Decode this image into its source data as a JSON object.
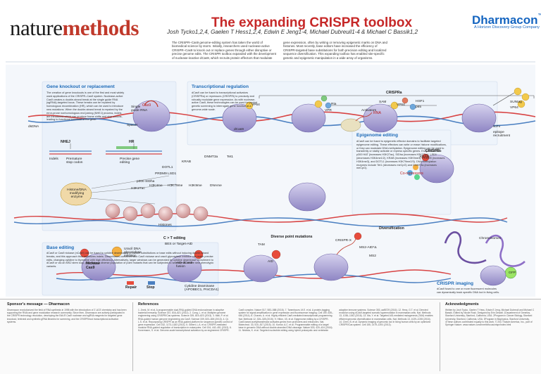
{
  "header": {
    "journal_name": "nature",
    "journal_name_bold": "methods",
    "title": "The expanding CRISPR toolbox",
    "authors": "Josh Tycko1,2,4, Gaelen T Hess1,2,4, Edwin E Jeng1-4, Michael Dubreuil1-4 & Michael C Bassik1,2",
    "brand": "Dharmacon",
    "brand_tm": "™",
    "brand_sub": "A Horizon Discovery Group Company"
  },
  "intro": {
    "col1": "The CRISPR–Cas9 genome-editing system has taken the world of biomedical science by storm. Initially, researchers used nuclease-active CRISPR–Cas9 to knock out or replace genes through either disruptive or precise genome edits. The CRISPR toolbox expanded with the development of nuclease-inactive dCas9, which recruits protein effectors that modulate",
    "col2": "gene expression, often by writing or removing epigenetic marks on DNA and histones. Most recently, base editors have increased the efficiency of CRISPR-targeted base substitutions for both precision editing and localized sequence diversification. This expanding toolbox has enabled site-specific genetic and epigenetic manipulation in a wide array of organisms."
  },
  "sections": {
    "knockout": {
      "title": "Gene knockout or replacement",
      "body": "The creation of gene knockouts is one of the first and most widely used applications of the CRISPR–Cas9 system. Nuclease-active Cas9 creates a double-strand break at the single guide RNA (sgRNA)-targeted locus. These breaks can be repaired by homologous recombination (HR), which can be used to introduce new mutations. When the double-strand break is repaired by the error-prone nonhomologous end joining (NHEJ) process, indels are introduced which can produce frame shifts and stop codons, leading to functional knockout of the gene."
    },
    "transcription": {
      "title": "Transcriptional regulation",
      "body": "dCas9 can be fused to transcriptional activators (CRISPRa) or repressors (CRISPRi) to precisely and robustly modulate gene expression. As with nuclease-active Cas9, these technologies can be used for pooled genetic screening to interrogate gene function at a genome-wide scale."
    },
    "epigenome": {
      "title": "Epigenome editing",
      "body": "dCas9 can be fused to epigenetic effector domains to facilitate targeted epigenome editing. These effectors can write or erase histone modifications, or they can modulate DNA methylation. Epigenome editing can be used to transiently or stably activate or repress specific genes. Enzymes include p300 HAT (increases H3K27ac), SIDha (increases H3K27ac), LSD1 (decreases H3K4me1/2), KRAB (increases H3K9me3), PRDM9 (increases H3K4me3), and DOTL1 (increases H3K79me2/3). DNA methylation enzymes include Tet1 (decreases meCpG) and DNMT3a (increases meCpG)."
    },
    "base_editing": {
      "title": "Base editing",
      "body": "dCas9 or Cas9 nickase (nCas9) can be fused to cytidine deaminases to induce substitutions or base edits without inducing double-strand breaks, and this approach thus minimizes indels. Deaminases combined with Cas9 nickase and uracil glycosylase inhibitor can make precise edits, changing cytidine to thymidine with high efficiency. Alternatively, larger windows can be generated by cytidine deaminase recruitment to dCas9 or via an MS2 stem loop, generating a diverse population of point mutants that can be subjected to selection to evolve new phenotypic variants."
    },
    "imaging": {
      "title": "CRISPR imaging",
      "body": "dCas9 fused to one or more fluorescent molecules can dynamically track specific DNA loci in living cells."
    }
  },
  "labels": {
    "crispra": "CRISPRa",
    "crispri": "CRISPRi",
    "sam": "SAM",
    "suntag": "SUNtag",
    "cas9": "Cas9",
    "dcas9": "dCas9",
    "single_guide_rna": "Single guide RNA",
    "spacer": "Spacer",
    "dsdna": "dsDNA",
    "nhej": "NHEJ",
    "hr": "HR",
    "indels": "Indels",
    "premature_stop": "Premature stop codon",
    "precise_edits": "Precise gene editing",
    "vp64": "VP64",
    "vp64_b": "VP64",
    "vp64_c": "VP64",
    "vpr": "VPR",
    "hsf1": "HSF1",
    "p65": "p65",
    "rta": "Rta",
    "activators": "Activators",
    "rna": "RNA",
    "scfv": "scFv",
    "epitope_recruitment": "epitope recruitment",
    "krab_i": "KRAB",
    "corepressors": "Co-repressors",
    "histone_enzyme": "Histone/DNA modifying enzyme",
    "dotl1": "DOTL1",
    "prdm9": "PRDM9 LSD1",
    "krab": "KRAB",
    "dnmt3a": "DNMT3a",
    "tet1": "Tet1",
    "p300": "p300 SIDha",
    "h3k27ac": "H3K27ac",
    "h3k4me": "H3K4me",
    "h3k79me": "H3K79me",
    "h3k9me": "H3K9me",
    "dname": "DNAme",
    "histones": "Histones",
    "c_to_t": "C > T editing",
    "diverse_point": "Diverse point mutations",
    "diversification": "Diversification",
    "crispr_x": "CRISPR-X",
    "ms2_aid": "MS2-AID*Δ",
    "ms2": "MS2",
    "bes": "BES or Target-AID",
    "tam": "TAM",
    "ugi": "Uracil DNA glycosylase inhibitor",
    "nickase": "Nickase Cas9",
    "aid_ncas9": "AID-dCas9 fusion",
    "cytidine_deaminase": "Cytidine deaminase (APOBEC1, PmCDA1)",
    "aid": "AID",
    "repair": "Repair",
    "stop": "Stop",
    "chromosomes": "Chromosomes",
    "gfp": "GFP"
  },
  "footer": {
    "sponsor_title": "Sponsor's message — Dharmacon",
    "sponsor_text": "Dharmacon revolutionized the field of RNA synthesis in 1998 with the introduction of 2'-ACE chemistry and has been supporting the RNAi and gene modulation research community. Since then, Dharmacon are actively participated in the CRISPR technology revolution, developing the Edit-R Cas9 nuclease and sgRNA reagents for targeted gene knockout, lentiviral and synthetic gRNA libraries for screening, and the CRISPRmod transcriptional activation systems.",
    "references_title": "References",
    "references_text": "1. Jinek, M. et al. A programmable dual-RNA-guided DNA endonuclease in adaptive bacterial immunity. Science 337, 816–821 (2012). 2. Cong, L. et al. Multiplex genome engineering using CRISPR/Cas systems. Science 339, 819–823 (2013). 3. Mali, P. et al. RNA-guided human genome engineering via Cas9. Science 339, 823–826 (2013). 4. Qi, L.S. et al. Repurposing CRISPR as an RNA-guided platform for sequence-specific control of gene expression. Cell 152, 1173–1183 (2013). 5. Gilbert, L.A. et al. CRISPR-mediated modular RNA-guided regulation of transcription in eukaryotes. Cell 154, 442–451 (2013). 6. Konermann, S. et al. Genome-scale transcriptional activation by an engineered CRISPR-Cas9 complex. Nature 517, 583–588 (2015). 7. Tanenbaum, M.E. et al. A protein-tagging system for signal amplification in gene expression and fluorescence imaging. Cell 159, 635–646 (2014). 8. Chavez, A. et al. Highly efficient Cas9-mediated transcriptional programming. Nat. Methods 12, 326–328 (2015). 9. Hilton, I.B. et al. Epigenome editing by a CRISPR-Cas9-based acetyltransferase activates genes from promoters and enhancers. Nat. Biotechnol. 33, 510–517 (2015). 10. Komor, A.C. et al. Programmable editing of a target base in genomic DNA without double-stranded DNA cleavage. Nature 533, 420–424 (2016). 11. Nishida, K. et al. Targeted nucleotide editing using hybrid prokaryotic and vertebrate adaptive immune systems. Science 353, aaf8729 (2016). 12. Hess, G.T. et al. Directed evolution using dCas9-targeted somatic hypermutation in mammalian cells. Nat. Methods 13, 1036–1042 (2016). 13. Ma, Y. et al. Targeted AID-mediated mutagenesis (TAM) enables efficient genomic diversification in mammalian cells. Nat. Methods 13, 1029–1035 (2016). 14. Chen, B. et al. Dynamic imaging of genomic loci in living human cells by an optimized CRISPR/Cas system. Cell 155, 1479–1491 (2013).",
    "credits_title": "Acknowledgments",
    "credits_text": "Written by Josh Tycko, Gaelen T Hess, Edwin E Jeng, Michael Dubreuil and Michael C Bassik. Edited by Nicole Rusk. Designed by Erin Dewalt. 1Department of Genetics, Stanford University, Stanford, California, USA. 2Program in Cancer Biology, Stanford University, Stanford, California, USA. 3Program in Biophysics, Stanford University. 4These authors contributed equally to this work. © 2017 Nature America, Inc., part of Springer Nature. www.nature.com/nmeth/focus/crispr/index.html"
  },
  "colors": {
    "red_title": "#c62828",
    "blue_section": "#1e6bb8",
    "cas9_body": "#b0a9d6",
    "dna_red": "#d84343",
    "dna_blue": "#4a7fc1",
    "histone": "#e9b7b7",
    "background_band": "#eef3fa"
  }
}
